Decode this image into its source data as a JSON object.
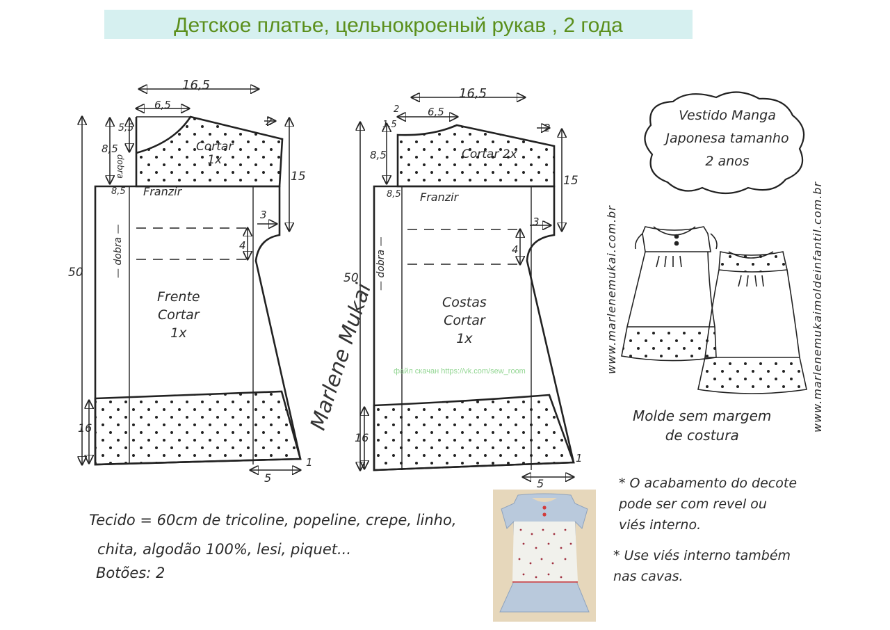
{
  "title": "Детское платье,  цельнокроеный рукав , 2 года",
  "front": {
    "dim_top": "16,5",
    "dim_neck": "6,5",
    "dim_neck_drop": "5,5",
    "dim_shoulder": "2",
    "dim_yoke": "8,5",
    "dim_armhole": "15",
    "dim_side": "3",
    "dim_arm_drop": "4",
    "dim_length": "50",
    "dim_hem_band": "16",
    "dim_flare": "5",
    "dim_hem_rise": "1",
    "dim_gather_offset": "8,5",
    "yoke_label": "Cortar\n1x",
    "fold_yoke": "dobra",
    "fold_body": "— dobra —",
    "gather_label": "Franzir",
    "body_label": "Frente\nCortar\n1x"
  },
  "back": {
    "dim_top": "16,5",
    "dim_neck": "6,5",
    "dim_neck_drop": "2",
    "dim_neck_drop2": "1,5",
    "dim_shoulder": "2",
    "dim_yoke": "8,5",
    "dim_armhole": "15",
    "dim_side": "3",
    "dim_arm_drop": "4",
    "dim_length": "50",
    "dim_hem_band": "16",
    "dim_flare": "5",
    "dim_hem_rise": "1",
    "dim_gather_offset": "8,5",
    "yoke_label": "Cortar 2x",
    "fold_body": "— dobra —",
    "gather_label": "Franzir",
    "body_label": "Costas\nCortar\n1x"
  },
  "watermark": "файл скачан https://vk.com/sew_room",
  "signature": "Marlene Mukai",
  "info_title": "Vestido Manga\nJaponesa tamanho\n2 anos",
  "url_1": "www.marlenemukai.com.br",
  "url_2": "www.marlenemukaimoldeinfantil.com.br",
  "note_margin": "Molde sem margem\nde costura",
  "note_finish_1": "* O acabamento do decote\npode ser com revel ou\nviés interno.",
  "note_finish_2": "* Use viés interno também\nnas cavas.",
  "materials_1": "Tecido = 60cm de tricoline, popeline, crepe, linho,",
  "materials_2": "chita, algodão 100%, lesi, piquet...",
  "materials_3": "Botões: 2",
  "colors": {
    "title": "#5b8f1c",
    "title_band": "#d6f0f0",
    "ink": "#222222",
    "photo_fabric": "#b9c9dc",
    "button": "#d23b3b"
  }
}
